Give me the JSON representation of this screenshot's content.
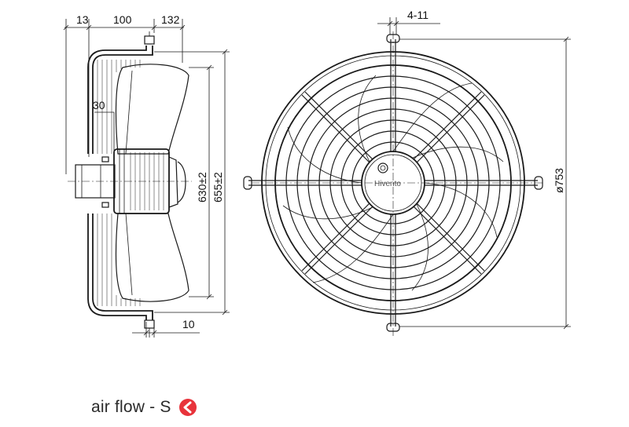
{
  "side_view": {
    "dimensions": {
      "top_left": "13",
      "top_middle": "100",
      "top_right": "132",
      "left_angle": "30",
      "height_inner": "630±2",
      "height_outer": "655±2",
      "bottom": "10"
    }
  },
  "front_view": {
    "dimensions": {
      "mount_holes": "4-11",
      "diameter": "ø753"
    },
    "hub_brand": "Hivento"
  },
  "legend": {
    "label": "air flow - S",
    "icon": "left-arrow-circle-icon",
    "icon_color": "#e8333b"
  },
  "colors": {
    "line": "#1a1a1a",
    "accent": "#e8333b"
  }
}
